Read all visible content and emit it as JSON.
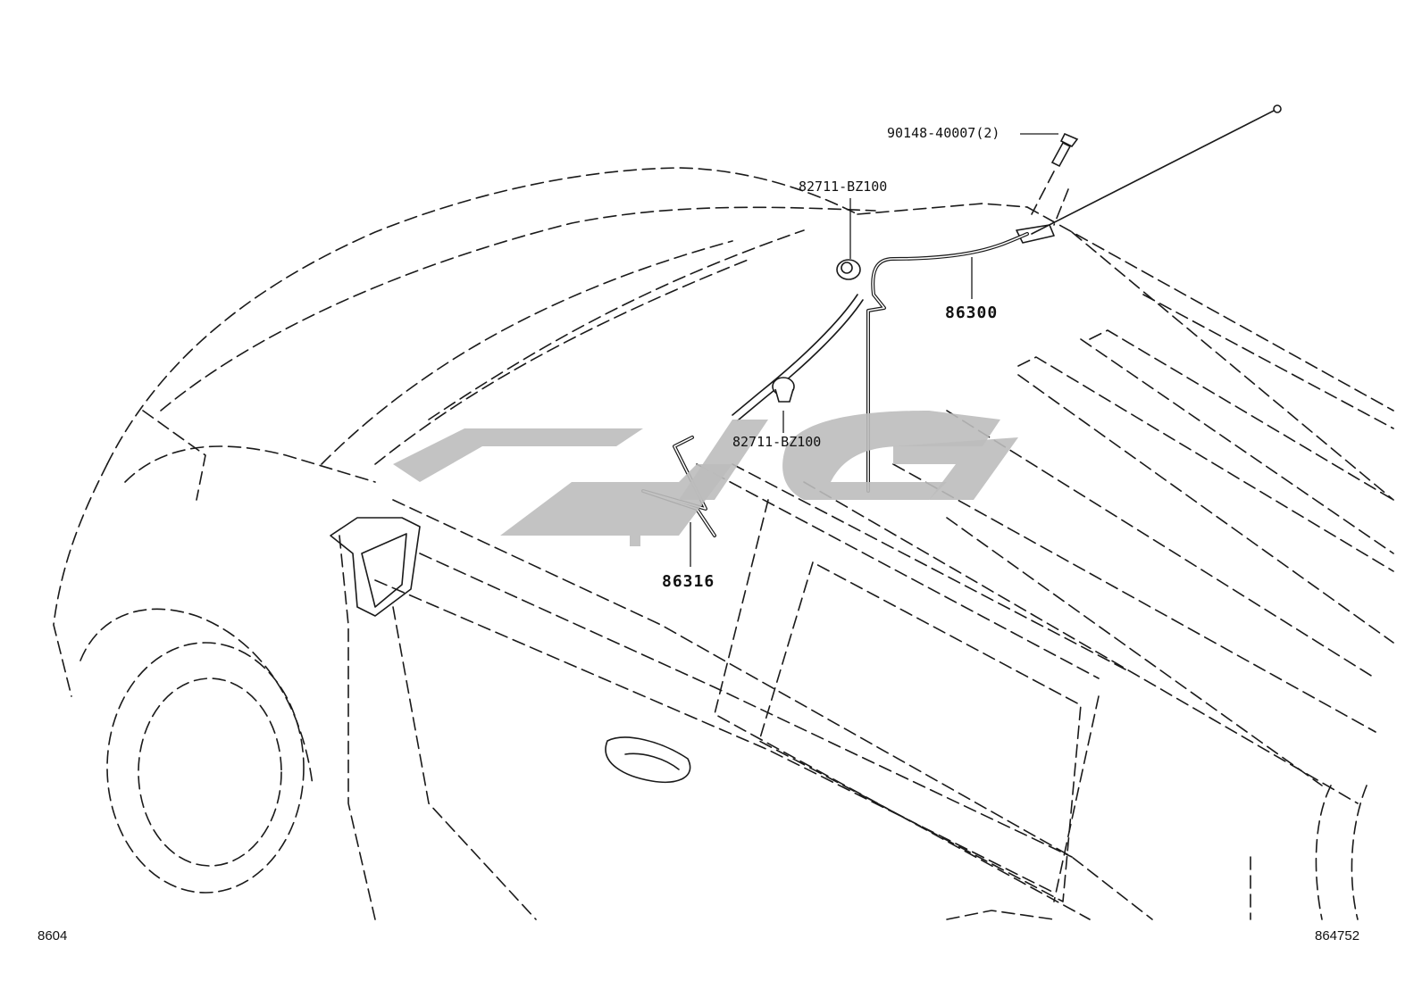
{
  "callouts": {
    "bolt": "90148-40007(2)",
    "clip_upper": "82711-BZ100",
    "clip_lower": "82711-BZ100",
    "antenna_assy": "86300",
    "cord_sub": "86316"
  },
  "footer": {
    "left_code": "8604",
    "right_code": "864752"
  },
  "colors": {
    "line": "#1a1a1a",
    "watermark": "#bdbdbd",
    "background": "#ffffff"
  }
}
